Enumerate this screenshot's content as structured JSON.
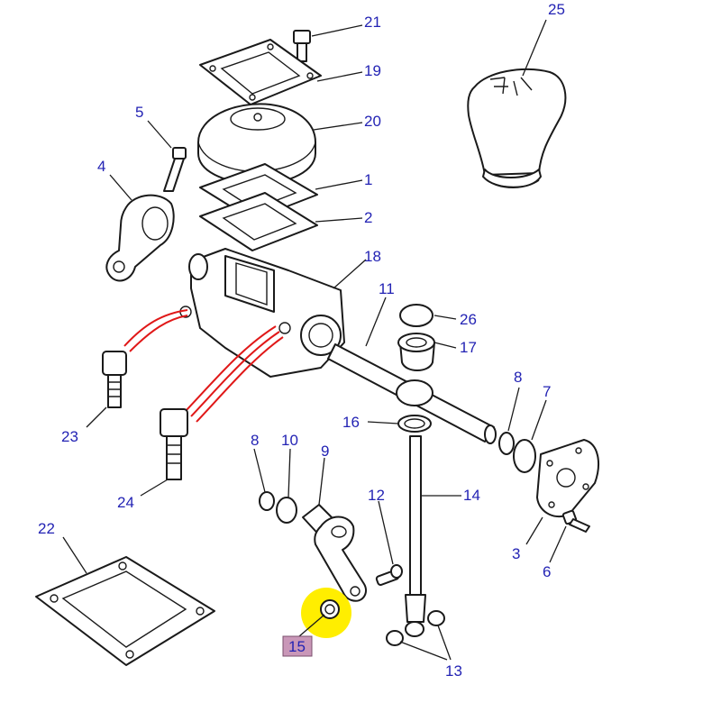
{
  "diagram": {
    "colors": {
      "callout_text": "#2323b4",
      "line": "#1a1a1a",
      "wire": "#e01818",
      "highlight": "#ffee00",
      "tag_fill": "#c997b8",
      "tag_border": "#7a4f6c"
    },
    "callouts": {
      "c1": "1",
      "c2": "2",
      "c3": "3",
      "c4": "4",
      "c5": "5",
      "c6": "6",
      "c7": "7",
      "c8a": "8",
      "c8b": "8",
      "c9": "9",
      "c10": "10",
      "c11": "11",
      "c12": "12",
      "c13": "13",
      "c14": "14",
      "c16": "16",
      "c17": "17",
      "c18": "18",
      "c19": "19",
      "c20": "20",
      "c21": "21",
      "c22": "22",
      "c23": "23",
      "c24": "24",
      "c25": "25",
      "c26": "26"
    },
    "highlighted_part": {
      "label": "15",
      "icon": "washer-icon"
    }
  }
}
